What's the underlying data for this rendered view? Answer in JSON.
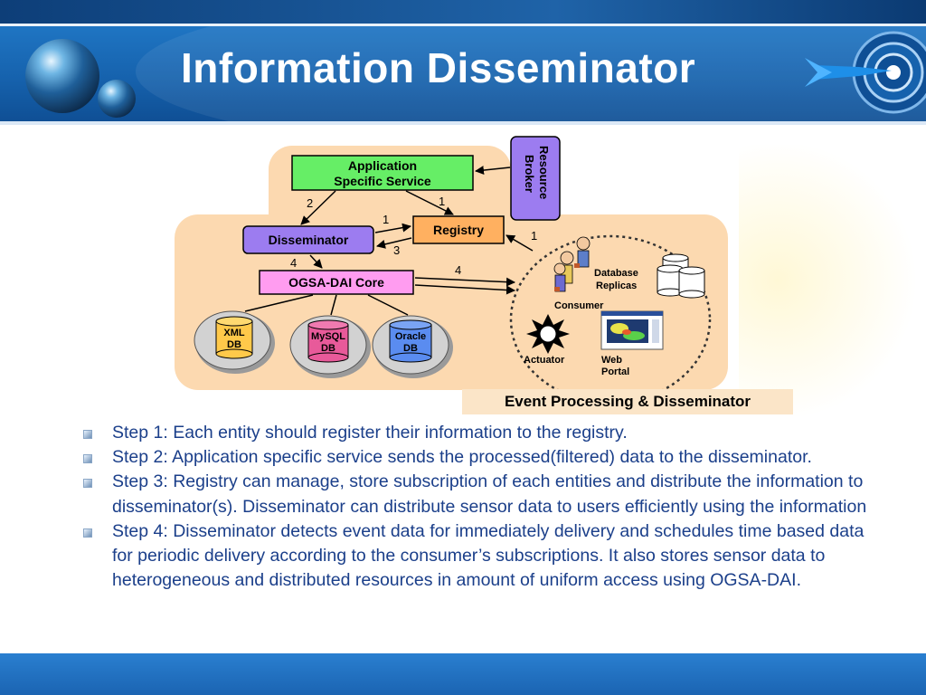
{
  "slide": {
    "title": "Information Disseminator",
    "caption": "Event Processing & Disseminator"
  },
  "diagram": {
    "nodes": {
      "app_service": [
        "Application",
        "Specific Service"
      ],
      "resource_broker": [
        "Resource",
        "Broker"
      ],
      "registry": "Registry",
      "disseminator": "Disseminator",
      "ogsa_core": "OGSA-DAI Core",
      "xml_db": [
        "XML",
        "DB"
      ],
      "mysql_db": [
        "MySQL",
        "DB"
      ],
      "oracle_db": [
        "Oracle",
        "DB"
      ],
      "database_replicas": [
        "Database",
        "Replicas"
      ],
      "consumer": "Consumer",
      "actuator": "Actuator",
      "web_portal": [
        "Web",
        "Portal"
      ]
    },
    "edge_labels": {
      "app_to_disseminator": "2",
      "app_to_registry": "1",
      "disseminator_to_registry": "1",
      "registry_to_disseminator": "3",
      "consumer_to_registry": "1",
      "disseminator_to_core": "4",
      "core_to_consumers": "4"
    },
    "colors": {
      "app_service": "#66ee66",
      "resource_broker": "#9c7cf0",
      "registry": "#ffb060",
      "disseminator": "#9c7cf0",
      "ogsa_core": "#ff9cf0",
      "xml_db": "#ffc94a",
      "mysql_db": "#e85a9a",
      "oracle_db": "#5a8cf0",
      "background_region": "#fcd9b0"
    }
  },
  "steps": [
    "Step 1: Each entity should register their information to the registry.",
    "Step 2: Application specific service sends the processed(filtered) data to the disseminator.",
    "Step 3: Registry can manage, store subscription of each entities and distribute the information to disseminator(s). Disseminator can distribute sensor data to users efficiently using the information",
    "Step 4: Disseminator detects event data for immediately delivery and schedules time based data for periodic delivery according to the consumer’s subscriptions. It also stores sensor data to heterogeneous and distributed resources in amount of uniform access using OGSA-DAI."
  ],
  "icons": [
    "globe-logo-icon",
    "target-arrow-icon",
    "bullet-icon",
    "database-cylinder-icon",
    "actuator-star-icon",
    "web-portal-icon",
    "consumer-people-icon"
  ]
}
